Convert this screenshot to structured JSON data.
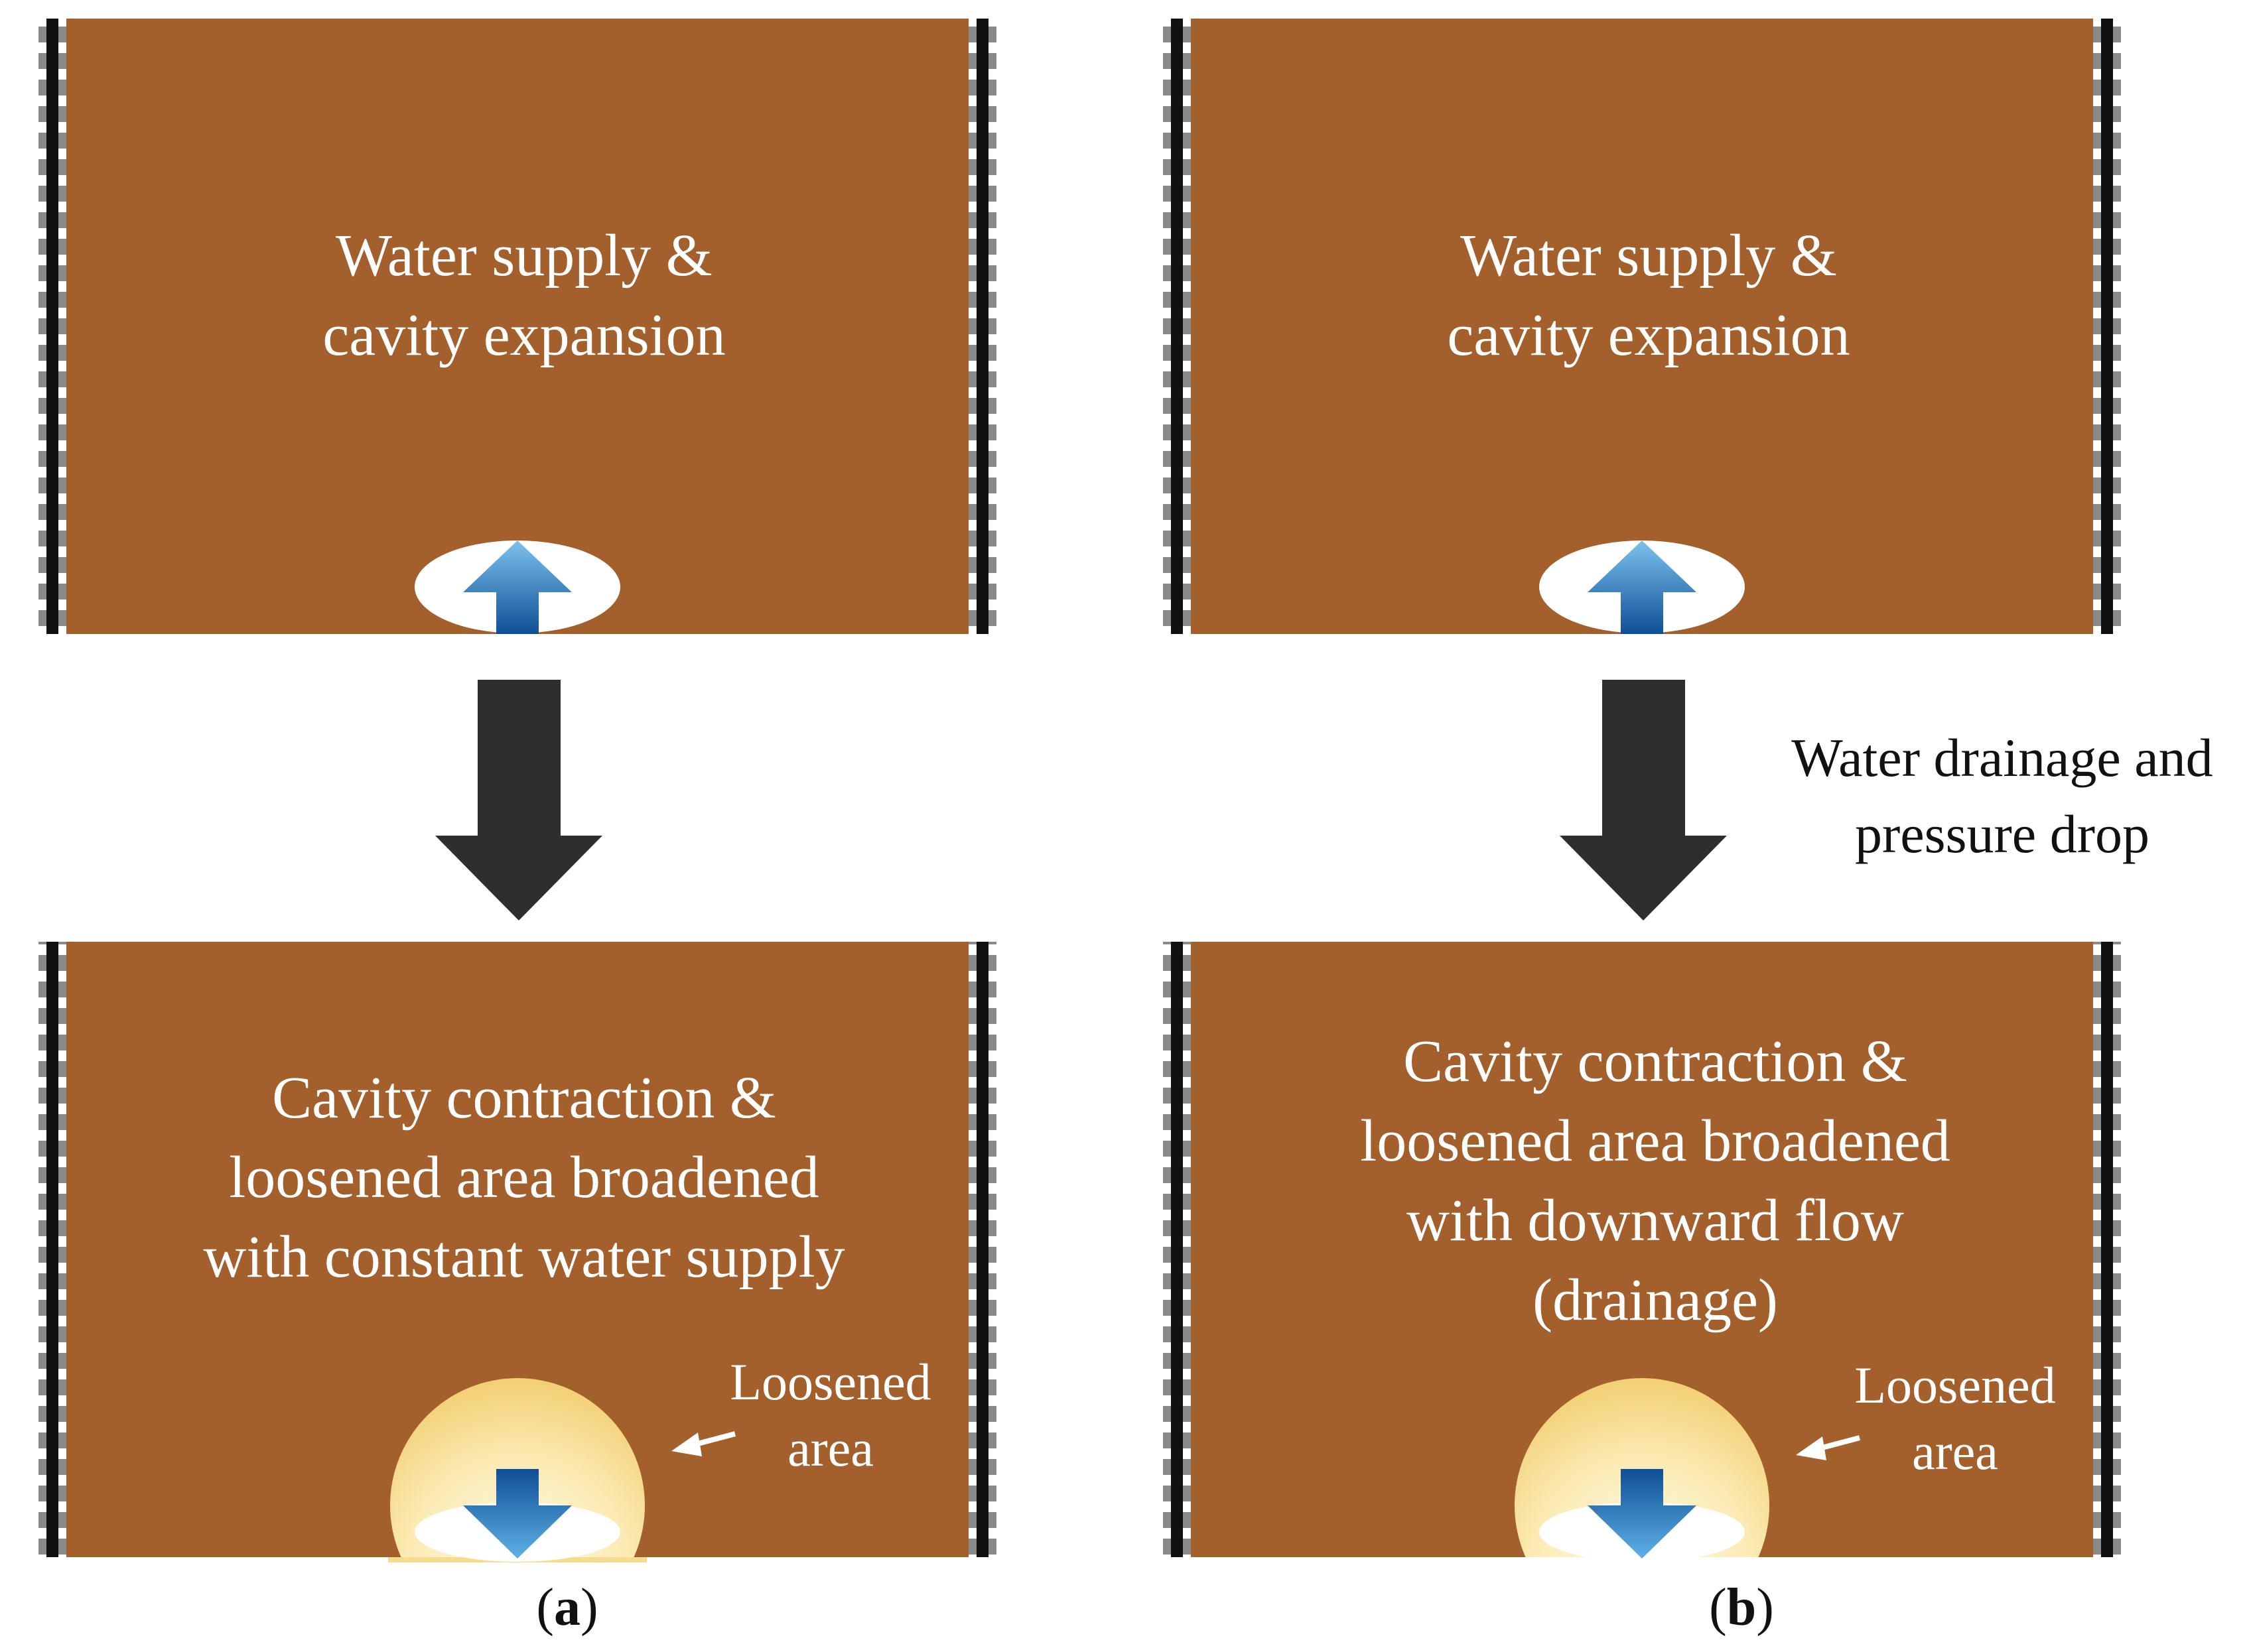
{
  "colors": {
    "soil": "#a35f2c",
    "arrow_dark": "#2e2e2e",
    "flow_blue": "#1f6fb8",
    "loosened": "#f5d580",
    "wall_black": "#111111",
    "wall_gray": "#8a8a8a"
  },
  "panels": [
    {
      "label_open": "(",
      "label_letter": "a",
      "label_close": ")",
      "top_box": {
        "line1": "Water supply &",
        "line2": "cavity expansion"
      },
      "bottom_box": {
        "line1": "Cavity contraction &",
        "line2": "loosened area broadened",
        "line3": "with constant water supply"
      },
      "loosened_label": {
        "line1": "Loosened",
        "line2": "area"
      }
    },
    {
      "label_open": "(",
      "label_letter": "b",
      "label_close": ")",
      "top_box": {
        "line1": "Water supply &",
        "line2": "cavity expansion"
      },
      "transition_text": {
        "line1": "Water drainage and",
        "line2": "pressure drop"
      },
      "bottom_box": {
        "line1": "Cavity contraction &",
        "line2": "loosened area broadened",
        "line3": "with downward flow",
        "line4": "(drainage)"
      },
      "loosened_label": {
        "line1": "Loosened",
        "line2": "area"
      }
    }
  ]
}
